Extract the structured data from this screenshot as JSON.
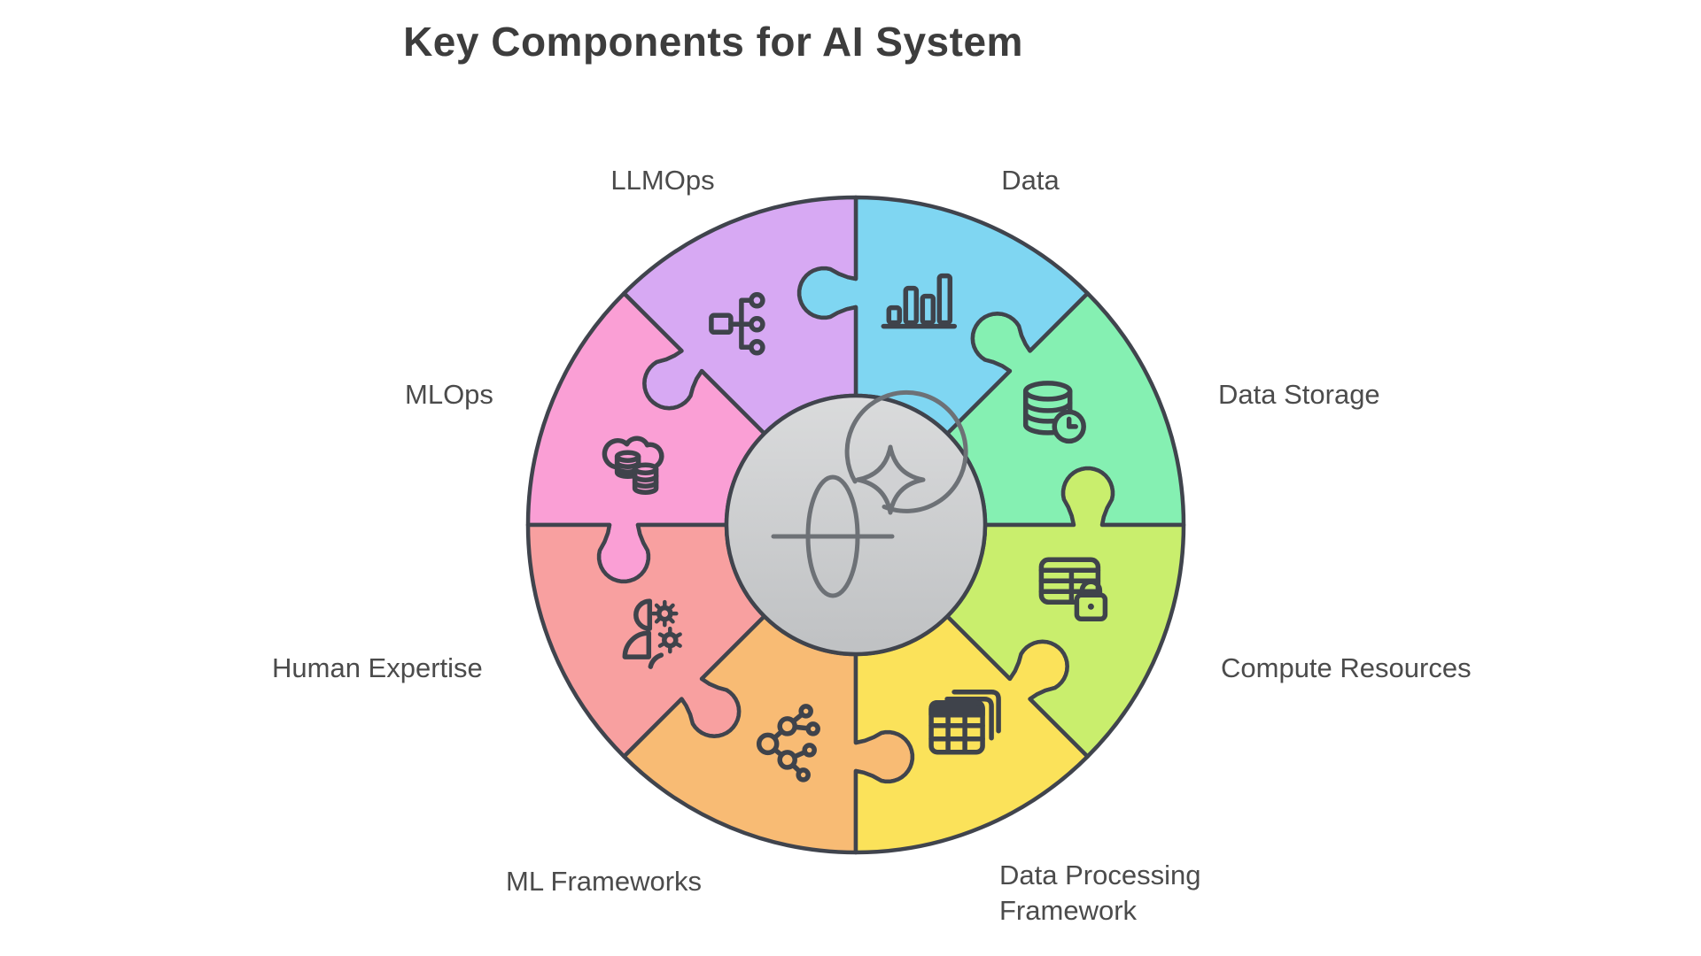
{
  "title": "Key Components for AI System",
  "diagram": {
    "type": "puzzle-wheel",
    "center_icon": "globe-sparkle-icon",
    "segments": [
      {
        "label": "Data Storage",
        "color": "#85f0b2",
        "icon": "database-clock-icon"
      },
      {
        "label": "Data",
        "color": "#7fd6f2",
        "icon": "bar-chart-icon"
      },
      {
        "label": "LLMOps",
        "color": "#d7a9f3",
        "icon": "flowchart-icon"
      },
      {
        "label": "MLOps",
        "color": "#fa9fd5",
        "icon": "cloud-database-icon"
      },
      {
        "label": "Human Expertise",
        "color": "#f8a0a0",
        "icon": "person-gear-icon"
      },
      {
        "label": "ML Frameworks",
        "color": "#f8bb74",
        "icon": "network-icon"
      },
      {
        "label": "Data Processing Framework",
        "color": "#fbe25a",
        "icon": "table-stack-icon"
      },
      {
        "label": "Compute Resources",
        "color": "#c9ee6d",
        "icon": "server-lock-icon"
      }
    ],
    "colors": {
      "background": "#ffffff",
      "stroke": "#40444d",
      "icon_stroke": "#3f434b",
      "center_top": "#dadbdc",
      "center_bottom": "#bfc1c3",
      "center_icon_stroke": "#6d7176",
      "center_icon_fill": "#d0d1d3",
      "label": "#4b4b4b",
      "title": "#3d3d3d"
    }
  }
}
